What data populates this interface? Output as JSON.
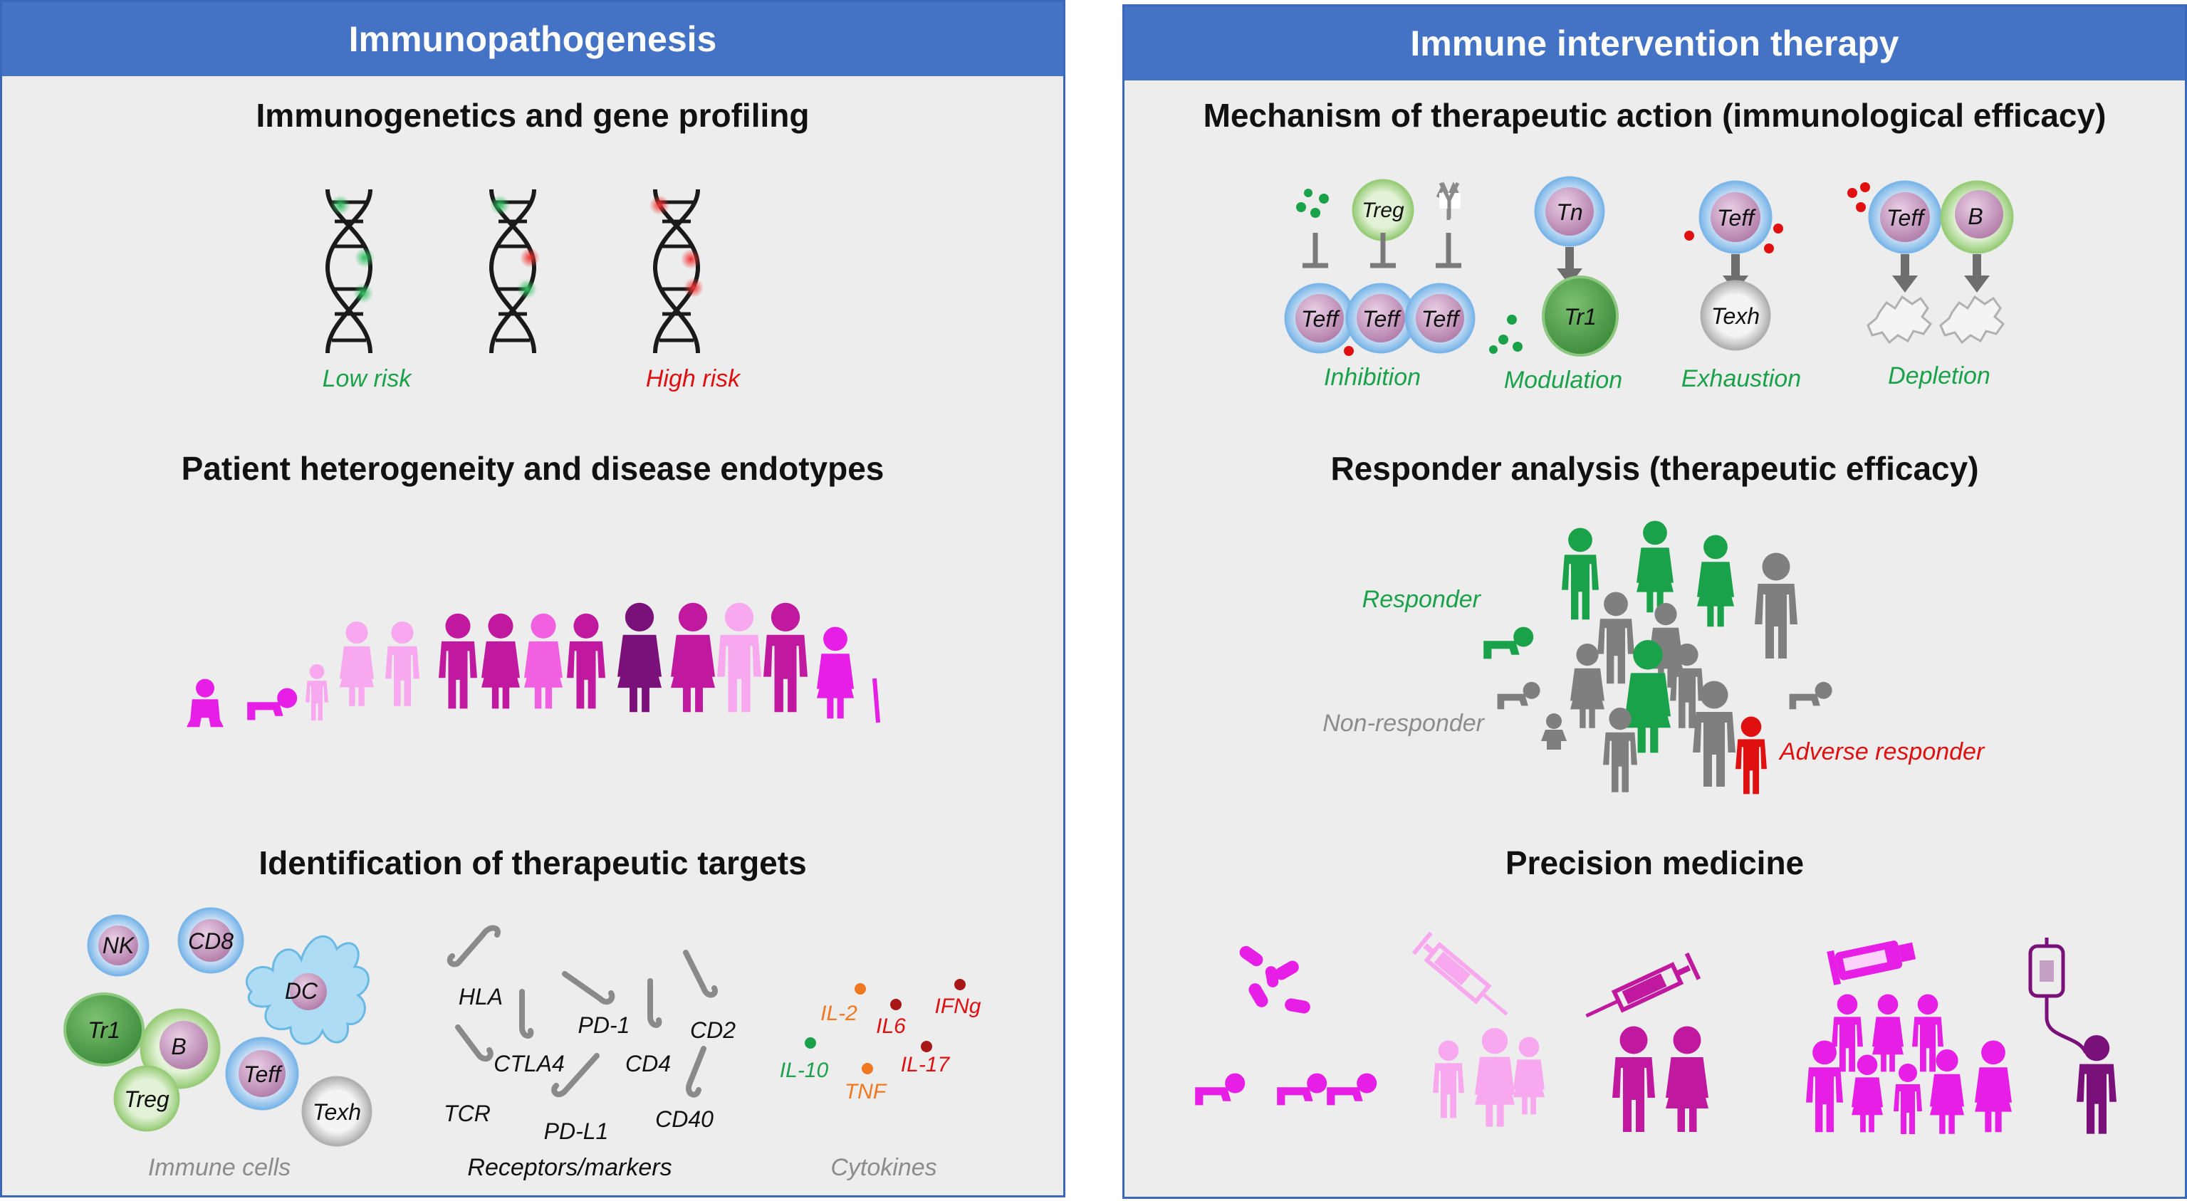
{
  "colors": {
    "header": "#4472c4",
    "green": "#1aa24a",
    "red": "#e01010",
    "magenta": "#e61ee6",
    "pink": "#f8a8ee",
    "deep_magenta": "#c0189e",
    "purple": "#7a107a",
    "gray": "#7f7f7f",
    "orange": "#f07820"
  },
  "left": {
    "header": "Immunopathogenesis",
    "gene_title": "Immunogenetics and gene profiling",
    "low_risk": "Low risk",
    "high_risk": "High risk",
    "patient_title": "Patient heterogeneity and disease endotypes",
    "targets_title": "Identification of therapeutic targets",
    "cells": [
      "NK",
      "CD8",
      "DC",
      "Tr1",
      "B",
      "Teff",
      "Treg",
      "Texh"
    ],
    "cells_caption": "Immune cells",
    "receptors": [
      "HLA",
      "PD-1",
      "CD2",
      "CTLA4",
      "CD4",
      "TCR",
      "PD-L1",
      "CD40"
    ],
    "receptors_caption": "Receptors/markers",
    "cytokines": [
      "IL-2",
      "IL6",
      "IFNg",
      "IL-10",
      "IL-17",
      "TNF"
    ],
    "cytokines_caption": "Cytokines"
  },
  "right": {
    "header": "Immune intervention therapy",
    "mechanism_title": "Mechanism of therapeutic action (immunological efficacy)",
    "cells": {
      "treg": "Treg",
      "teff": "Teff",
      "tn": "Tn",
      "tr1": "Tr1",
      "texh": "Texh",
      "b": "B"
    },
    "inhibition": "Inhibition",
    "modulation": "Modulation",
    "exhaustion": "Exhaustion",
    "depletion": "Depletion",
    "responder_title": "Responder analysis (therapeutic efficacy)",
    "responder": "Responder",
    "non_responder": "Non-responder",
    "adverse_responder": "Adverse responder",
    "precision_title": "Precision medicine"
  }
}
